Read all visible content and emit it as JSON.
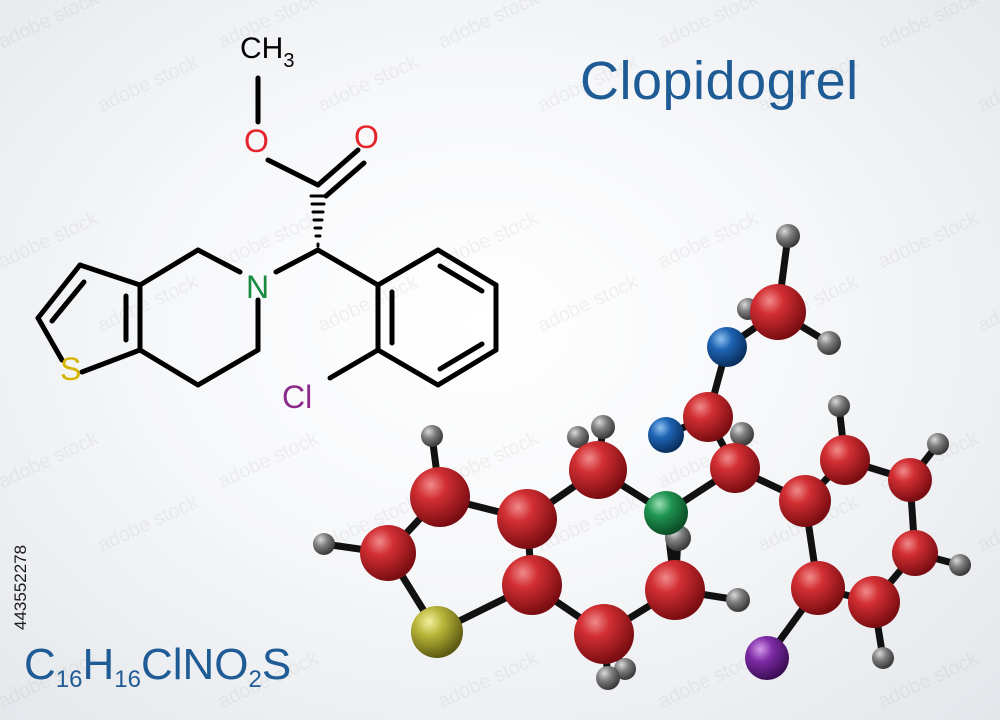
{
  "title": "Clopidogrel",
  "formula": {
    "parts": [
      {
        "t": "C",
        "s": "16"
      },
      {
        "t": "H",
        "s": "16"
      },
      {
        "t": "ClNO",
        "s": "2"
      },
      {
        "t": "S",
        "s": ""
      }
    ]
  },
  "stock_id": "443552278",
  "watermark": "adobe stock",
  "structure_labels": {
    "ch3": "CH",
    "ch3_sub": "3",
    "o_ether": "O",
    "o_carbonyl": "O",
    "n": "N",
    "s": "S",
    "cl": "Cl"
  },
  "colors": {
    "title": "#1f5b95",
    "oxygen_label": "#e4262c",
    "nitrogen_label": "#168a3f",
    "sulfur_label": "#d4b400",
    "chlorine_label": "#8c2a8c",
    "carbon_ball": "#c8242a",
    "hydrogen_ball": "#7b7b7b",
    "nitrogen_ball": "#1d8c4a",
    "oxygen_ball": "#1c5fa8",
    "sulfur_ball": "#b8b435",
    "chlorine_ball": "#7a2aa0"
  }
}
